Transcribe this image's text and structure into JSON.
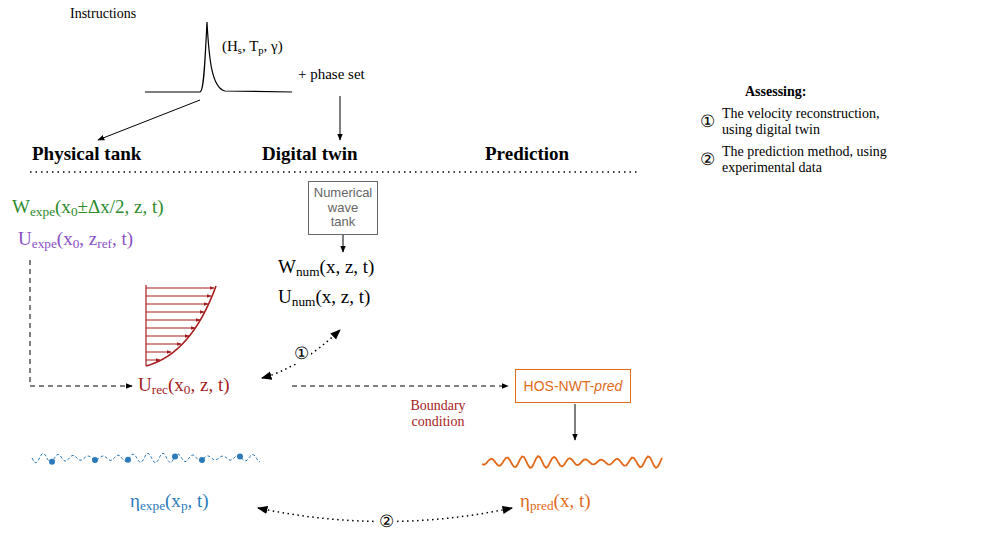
{
  "diagram": {
    "nodes": [
      {
        "text": [
          "Numerical wave tank"
        ]
      },
      {
        "text": [
          "HOS-NWT-pred"
        ]
      }
    ],
    "labels": [
      "Instructions",
      "(Hs, Tp, γ)",
      "+ phase set",
      "Physical tank",
      "Digital twin",
      "Prediction",
      "Wexpe(x0±Δx/2, z, t)",
      "Uexpe(x0, zref, t)",
      "Wnum(x, z, t)",
      "Unum(x, z, t)",
      "①",
      "Urec(x0, z, t)",
      "Boundary condition",
      "ηexpe(xp, t)",
      "ηpred(x, t)",
      "②",
      "Assessing:",
      "①",
      "The velocity reconstruction, using digital twin",
      "②",
      "The prediction method, using experimental data"
    ]
  }
}
